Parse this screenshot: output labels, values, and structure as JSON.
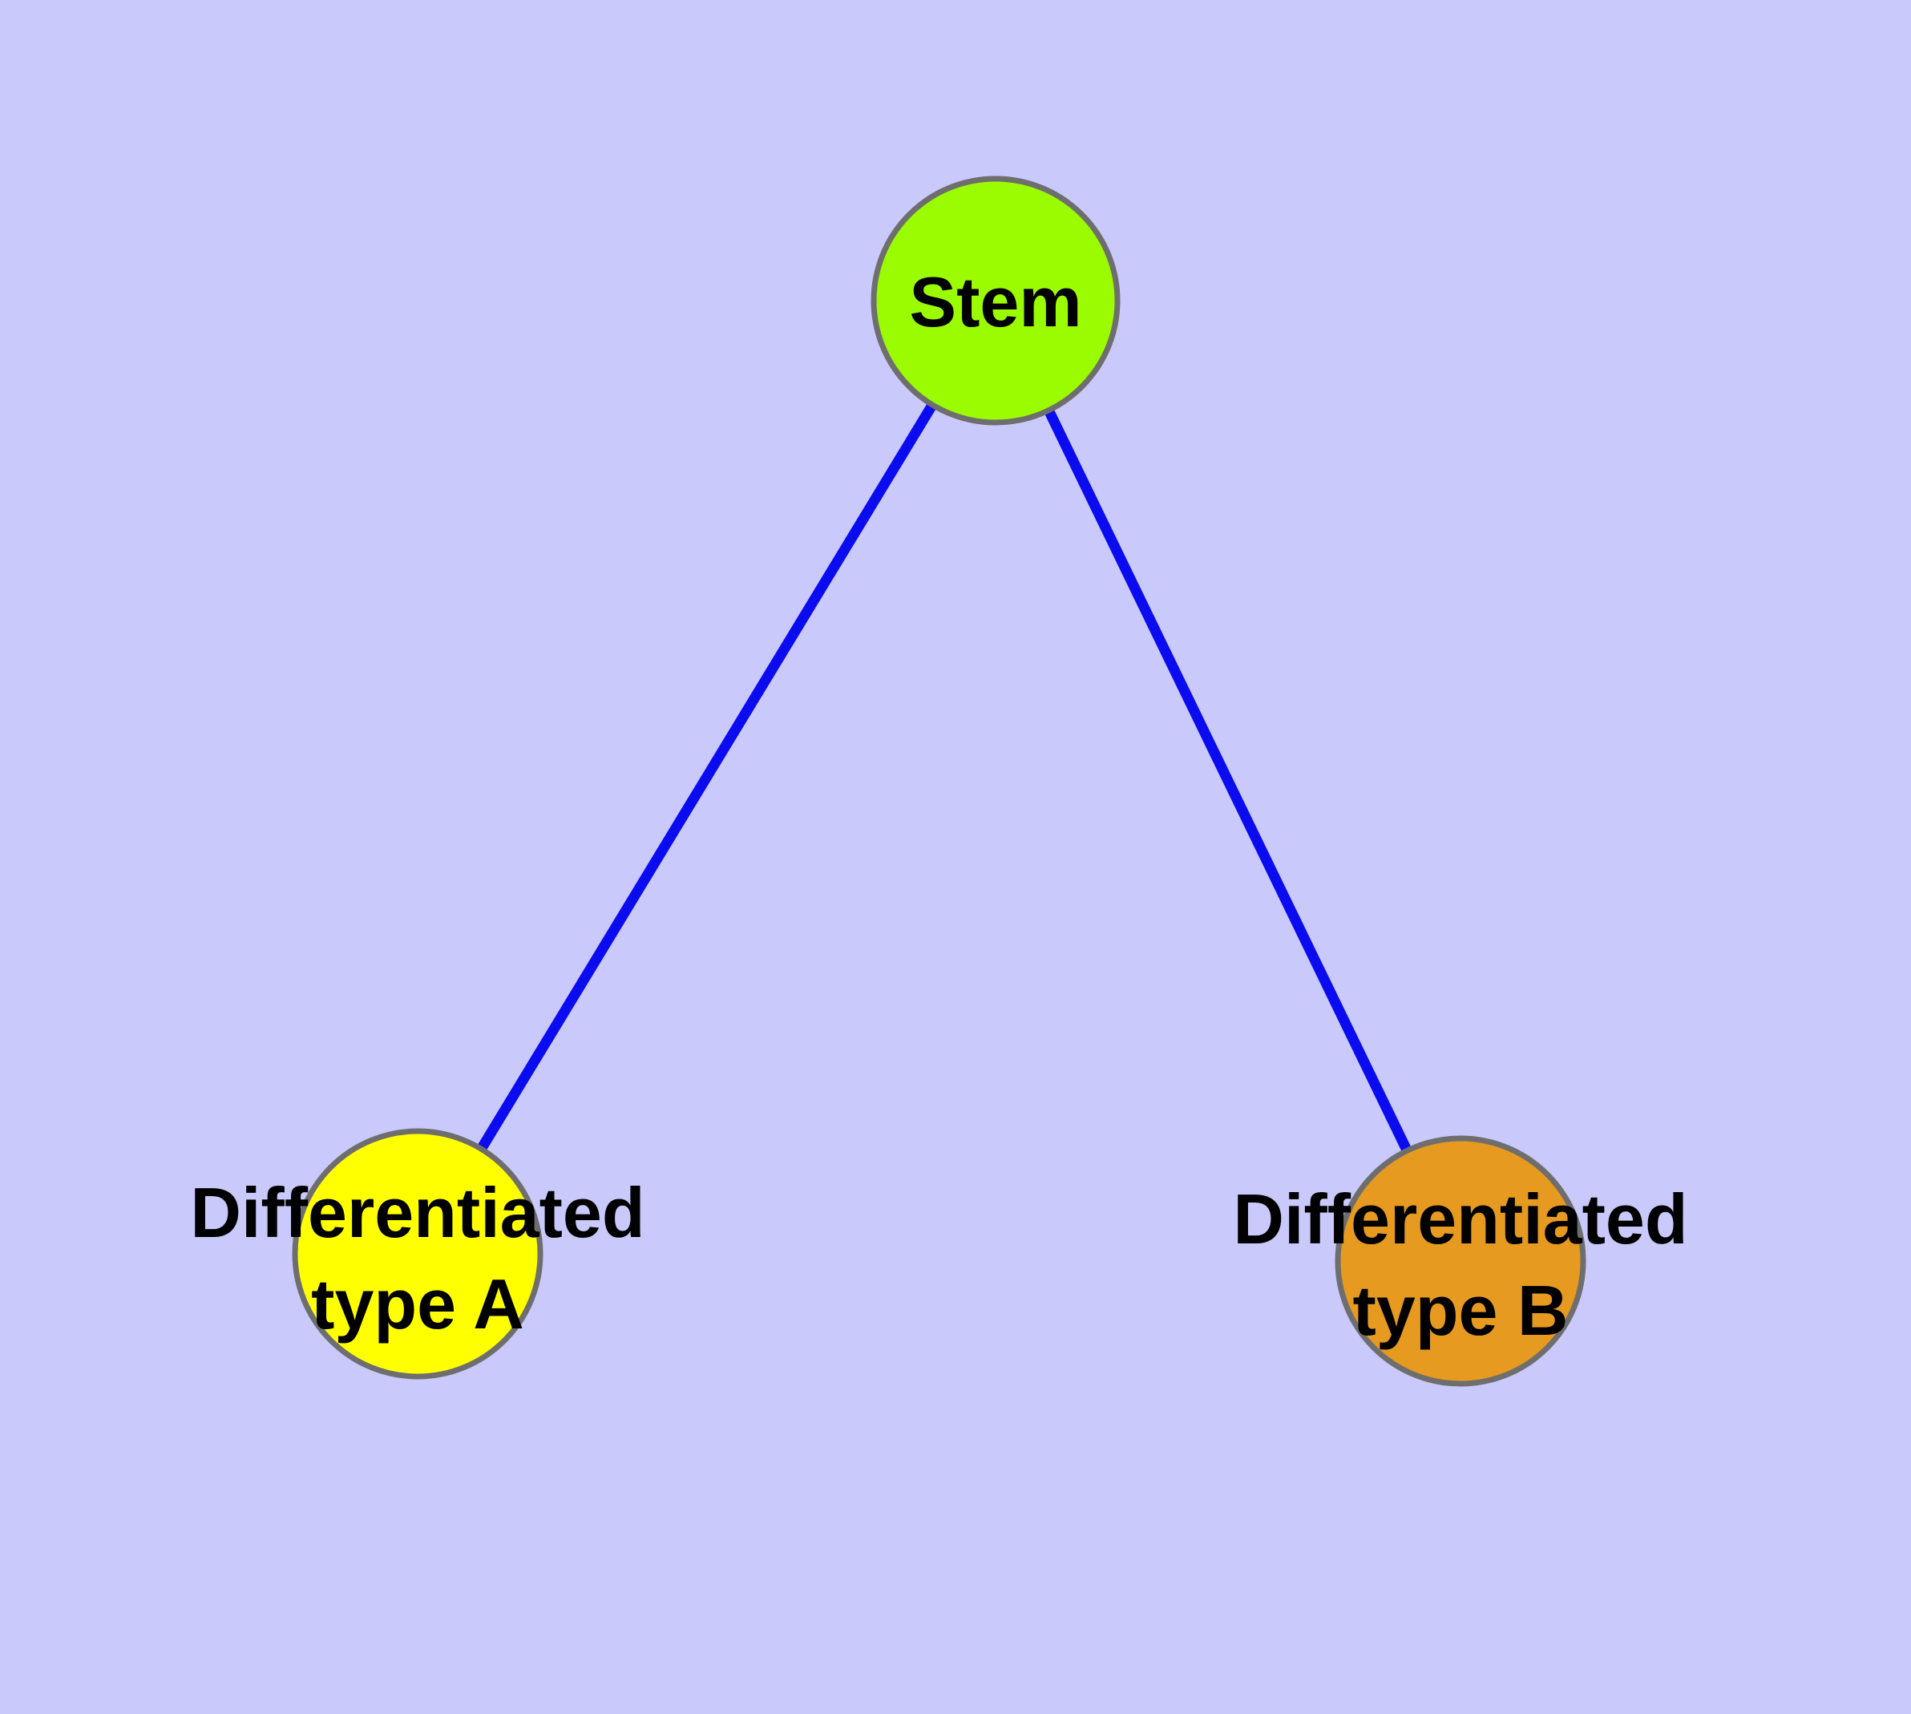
{
  "diagram": {
    "type": "graph",
    "description": "Stem cell differentiation diagram: one stem node connected to two differentiated cell type nodes",
    "background_color": "#c9c9fb",
    "edge_color": "#0b0bf0",
    "node_border_color": "#6e6e6e",
    "text_color": "#000000",
    "nodes": [
      {
        "id": "stem",
        "label": "Stem",
        "label_line1": "Stem",
        "label_line2": "",
        "fill": "#9bfb00"
      },
      {
        "id": "type-a",
        "label": "Differentiated type A",
        "label_line1": "Differentiated",
        "label_line2": "type A",
        "fill": "#ffff00"
      },
      {
        "id": "type-b",
        "label": "Differentiated type B",
        "label_line1": "Differentiated",
        "label_line2": "type B",
        "fill": "#e79a20"
      }
    ],
    "edges": [
      {
        "from": "Stem",
        "to": "Differentiated type A"
      },
      {
        "from": "Stem",
        "to": "Differentiated type B"
      }
    ]
  }
}
